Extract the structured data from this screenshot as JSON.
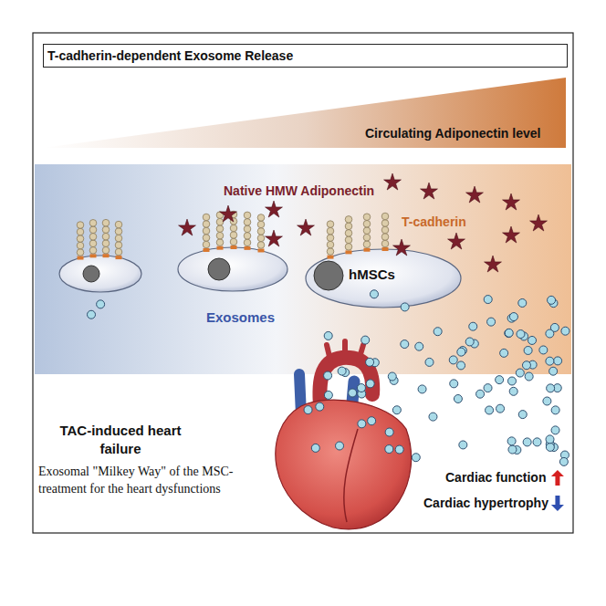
{
  "diagram": {
    "title": "T-cadherin-dependent Exosome Release",
    "labels": [
      "Circulating Adiponectin level",
      "Native HMW Adiponectin",
      "T-cadherin",
      "hMSCs",
      "Exosomes",
      "TAC-induced heart failure",
      "Exosomal \"Milkey Way\" of the MSC-treatment for the heart dysfunctions",
      "Cardiac function",
      "Cardiac hypertrophy"
    ]
  }
}
